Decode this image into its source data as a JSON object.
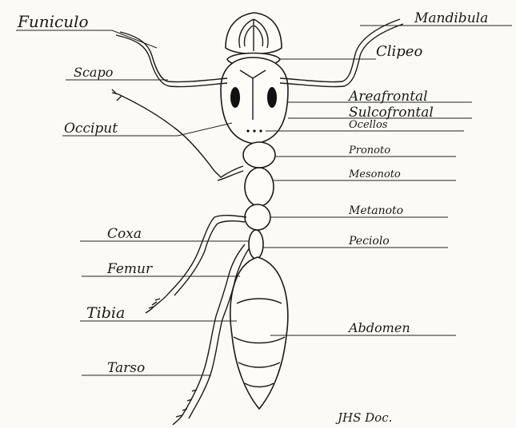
{
  "diagram": {
    "labels": {
      "funiculo": "Funiculo",
      "mandibula": "Mandibula",
      "clipeo": "Clipeo",
      "scapo": "Scapo",
      "areafrontal": "Areafrontal",
      "sulcofrontal": "Sulcofrontal",
      "occiput": "Occiput",
      "ocellos": "Ocellos",
      "pronoto": "Pronoto",
      "mesonoto": "Mesonoto",
      "metanoto": "Metanoto",
      "coxa": "Coxa",
      "peciolo": "Peciolo",
      "femur": "Femur",
      "tibia": "Tibia",
      "abdomen": "Abdomen",
      "tarso": "Tarso"
    },
    "signature": "JHS Doc."
  }
}
